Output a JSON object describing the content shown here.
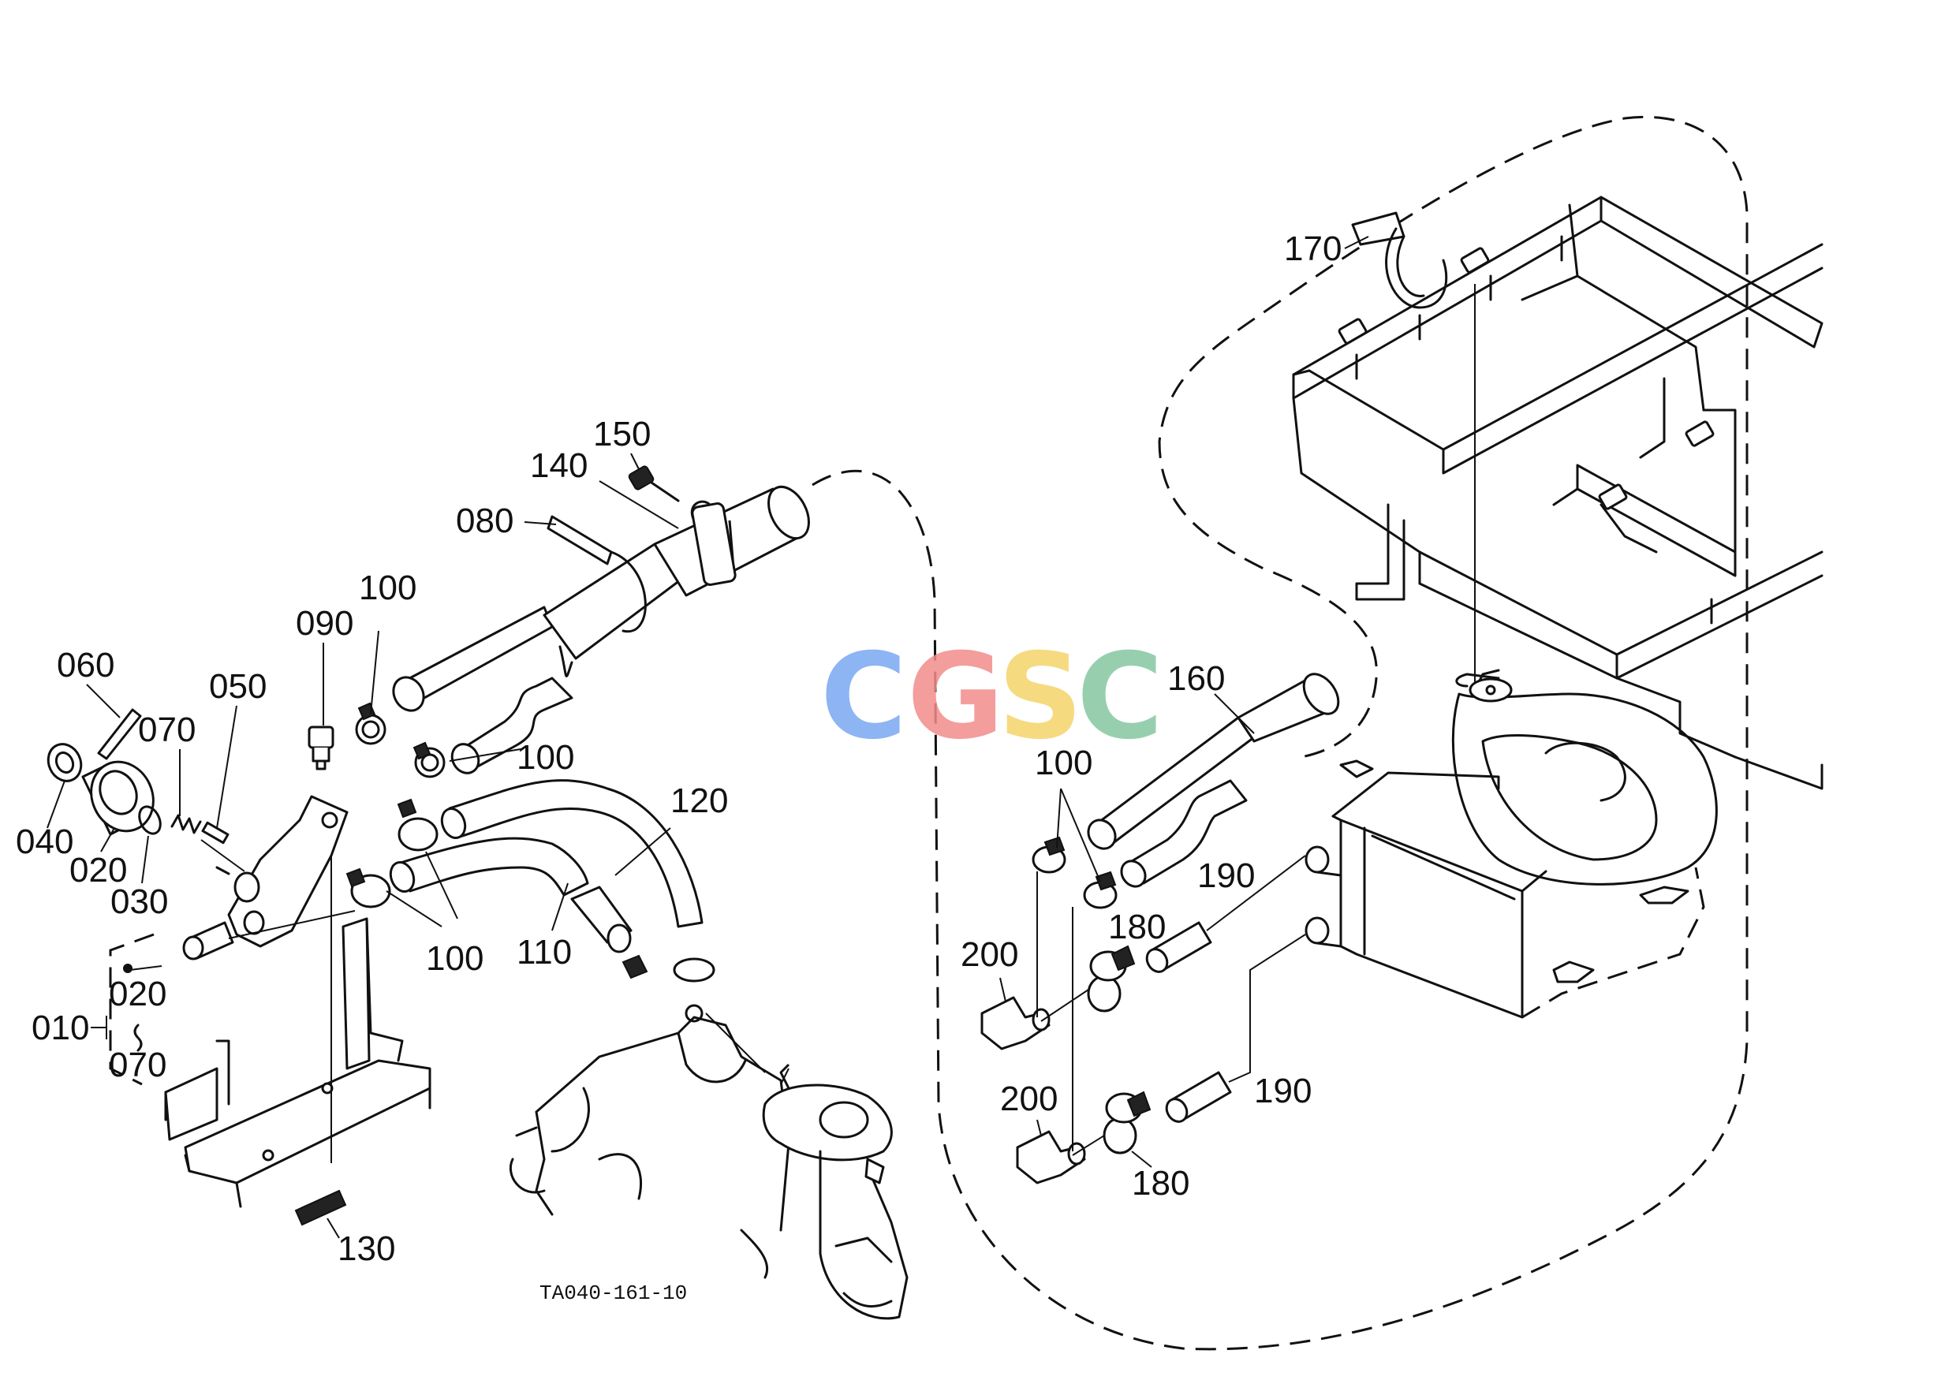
{
  "diagram": {
    "drawing_code": "TA040-161-10",
    "watermark": {
      "letters": [
        "C",
        "G",
        "S",
        "C"
      ],
      "colors": [
        "#7aa7f2",
        "#f28c8c",
        "#f5d46b",
        "#85c7a0"
      ]
    },
    "callouts": {
      "c010": "010",
      "c020a": "020",
      "c020b": "020",
      "c030": "030",
      "c040": "040",
      "c050": "050",
      "c060": "060",
      "c070a": "070",
      "c070b": "070",
      "c080": "080",
      "c090": "090",
      "c100a": "100",
      "c100b": "100",
      "c100c": "100",
      "c100d": "100",
      "c110": "110",
      "c120": "120",
      "c130": "130",
      "c140": "140",
      "c150": "150",
      "c160": "160",
      "c170": "170",
      "c180a": "180",
      "c180b": "180",
      "c190a": "190",
      "c190b": "190",
      "c200a": "200",
      "c200b": "200"
    }
  }
}
